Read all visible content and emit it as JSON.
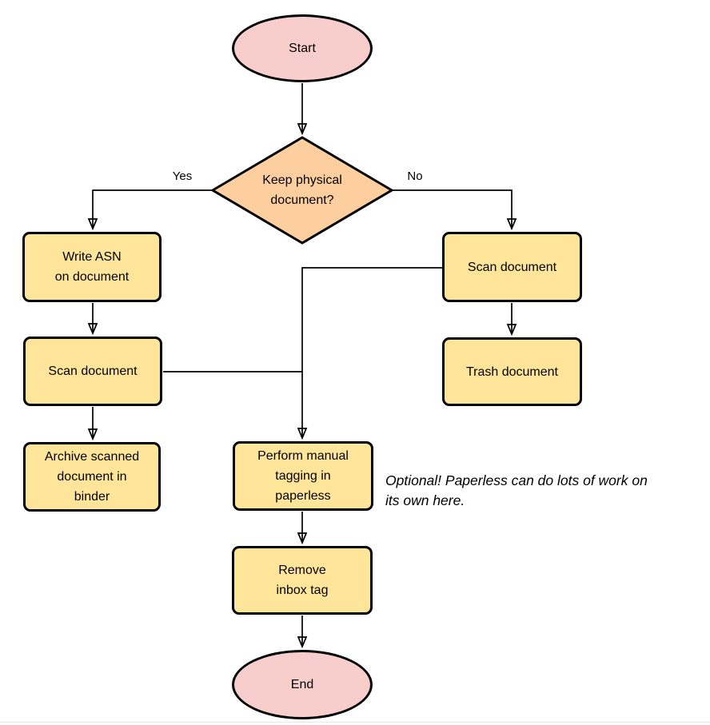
{
  "diagram": {
    "type": "flowchart",
    "colors": {
      "terminator_fill": "#f8cecc",
      "decision_fill": "#fdcf9e",
      "process_fill": "#ffe59a",
      "stroke": "#000000",
      "text": "#000000",
      "background": "#ffffff"
    },
    "nodes": {
      "start": {
        "type": "terminator",
        "label": "Start"
      },
      "decision": {
        "type": "decision",
        "label": "Keep physical\ndocument?"
      },
      "write_asn": {
        "type": "process",
        "label": "Write ASN\non document"
      },
      "scan_left": {
        "type": "process",
        "label": "Scan document"
      },
      "archive": {
        "type": "process",
        "label": "Archive scanned\ndocument in\nbinder"
      },
      "scan_right": {
        "type": "process",
        "label": "Scan document"
      },
      "trash": {
        "type": "process",
        "label": "Trash document"
      },
      "tagging": {
        "type": "process",
        "label": "Perform manual\ntagging in\npaperless"
      },
      "remove_inbox": {
        "type": "process",
        "label": "Remove\ninbox tag"
      },
      "end": {
        "type": "terminator",
        "label": "End"
      }
    },
    "edges": [
      {
        "from": "start",
        "to": "decision",
        "label": ""
      },
      {
        "from": "decision",
        "to": "write_asn",
        "label": "Yes"
      },
      {
        "from": "decision",
        "to": "scan_right",
        "label": "No"
      },
      {
        "from": "write_asn",
        "to": "scan_left",
        "label": ""
      },
      {
        "from": "scan_left",
        "to": "archive",
        "label": ""
      },
      {
        "from": "scan_right",
        "to": "trash",
        "label": ""
      },
      {
        "from": "scan_right",
        "to": "tagging",
        "label": ""
      },
      {
        "from": "scan_left",
        "to": "tagging",
        "label": ""
      },
      {
        "from": "tagging",
        "to": "remove_inbox",
        "label": ""
      },
      {
        "from": "remove_inbox",
        "to": "end",
        "label": ""
      }
    ],
    "annotation": {
      "text": "Optional! Paperless can do lots of work on\nits own here."
    }
  }
}
